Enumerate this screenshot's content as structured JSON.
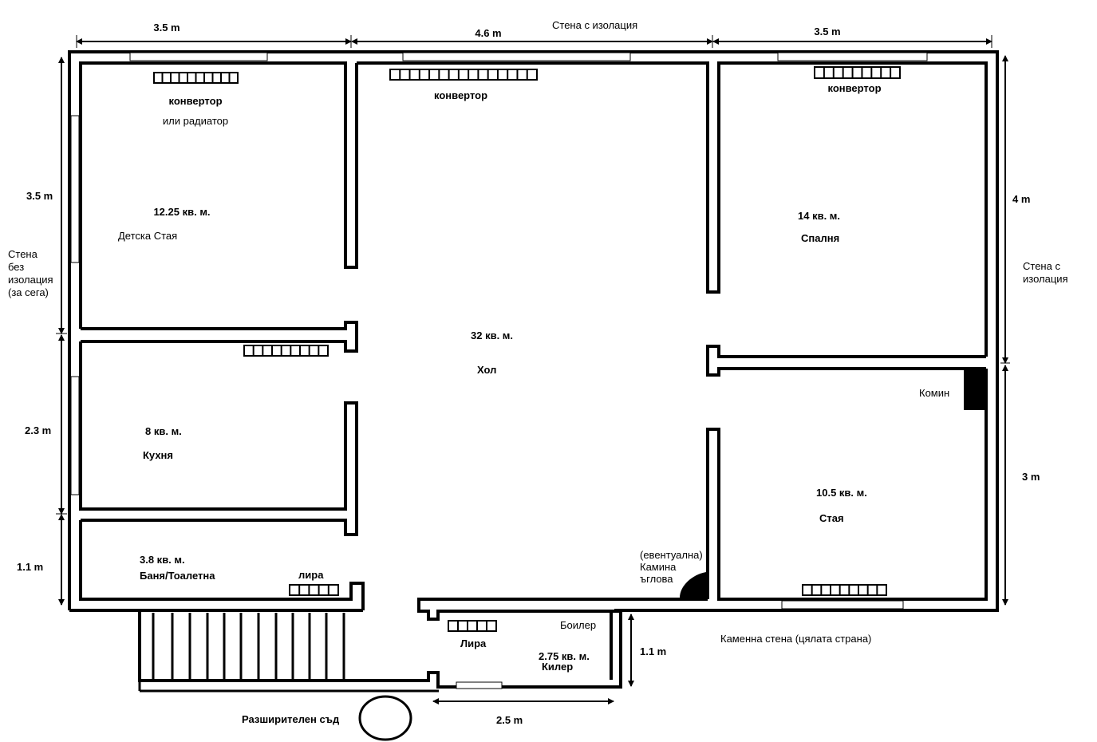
{
  "dimensions": {
    "top_left": "3.5 m",
    "top_middle": "4.6 m",
    "top_right": "3.5 m",
    "left_top": "3.5 m",
    "left_middle": "2.3 m",
    "left_bottom": "1.1 m",
    "right_top": "4 m",
    "right_bottom": "3 m",
    "storage_height": "1.1 m",
    "storage_width": "2.5 m"
  },
  "walls": {
    "top": "Стена с изолация",
    "right": "Стена с\nизолация",
    "left": "Стена\nбез\nизолация\n(за сега)",
    "bottom": "Каменна стена (цялата страна)"
  },
  "rooms": {
    "kids": {
      "area": "12.25 кв. м.",
      "name": "Детска Стая",
      "heater": "конвертор",
      "heater_alt": "или радиатор"
    },
    "hall": {
      "area": "32 кв. м.",
      "name": "Хол",
      "heater": "конвертор"
    },
    "bedroom": {
      "area": "14 кв. м.",
      "name": "Спалня",
      "heater": "конвертор"
    },
    "kitchen": {
      "area": "8  кв. м.",
      "name": "Кухня"
    },
    "bathroom": {
      "area": "3.8  кв. м.",
      "name": "Баня/Тоалетна",
      "heater": "лира"
    },
    "room": {
      "area": "10.5  кв. м.",
      "name": "Стая"
    },
    "storage": {
      "area": "2.75  кв. м.",
      "name": "Килер",
      "heater": "Лира",
      "boiler": "Боилер"
    }
  },
  "features": {
    "chimney": "Комин",
    "fireplace": "(евентуална)\nКамина\nъглова",
    "expansion_tank": "Разширителен съд"
  }
}
